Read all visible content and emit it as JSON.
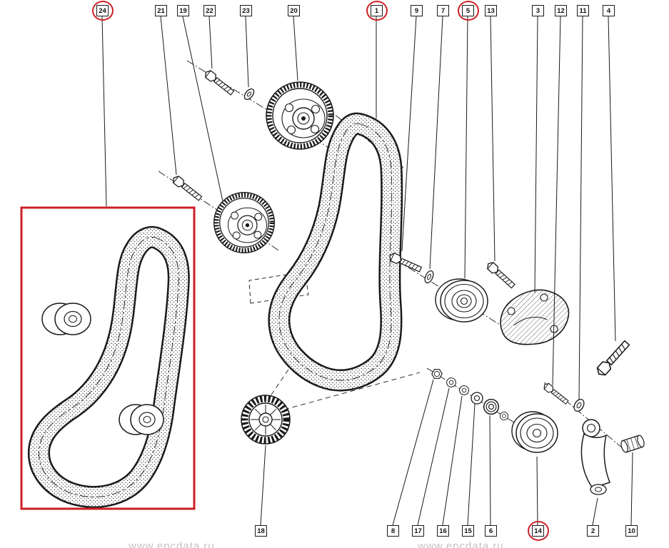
{
  "colors": {
    "highlight": "#cc1f26",
    "line": "#1a1a1a",
    "watermark": "#c2c2c2"
  },
  "watermarks": [
    "www.epcdata.ru",
    "www.epcdata.ru"
  ],
  "callouts": {
    "top": [
      {
        "label": "24",
        "highlighted": true
      },
      {
        "label": "21",
        "highlighted": false
      },
      {
        "label": "19",
        "highlighted": false
      },
      {
        "label": "22",
        "highlighted": false
      },
      {
        "label": "23",
        "highlighted": false
      },
      {
        "label": "20",
        "highlighted": false
      },
      {
        "label": "1",
        "highlighted": true
      },
      {
        "label": "9",
        "highlighted": false
      },
      {
        "label": "7",
        "highlighted": false
      },
      {
        "label": "5",
        "highlighted": true
      },
      {
        "label": "13",
        "highlighted": false
      },
      {
        "label": "3",
        "highlighted": false
      },
      {
        "label": "12",
        "highlighted": false
      },
      {
        "label": "11",
        "highlighted": false
      },
      {
        "label": "4",
        "highlighted": false
      }
    ],
    "bottom": [
      {
        "label": "18",
        "highlighted": false
      },
      {
        "label": "8",
        "highlighted": false
      },
      {
        "label": "17",
        "highlighted": false
      },
      {
        "label": "16",
        "highlighted": false
      },
      {
        "label": "15",
        "highlighted": false
      },
      {
        "label": "6",
        "highlighted": false
      },
      {
        "label": "14",
        "highlighted": true
      },
      {
        "label": "2",
        "highlighted": false
      },
      {
        "label": "10",
        "highlighted": false
      }
    ]
  }
}
